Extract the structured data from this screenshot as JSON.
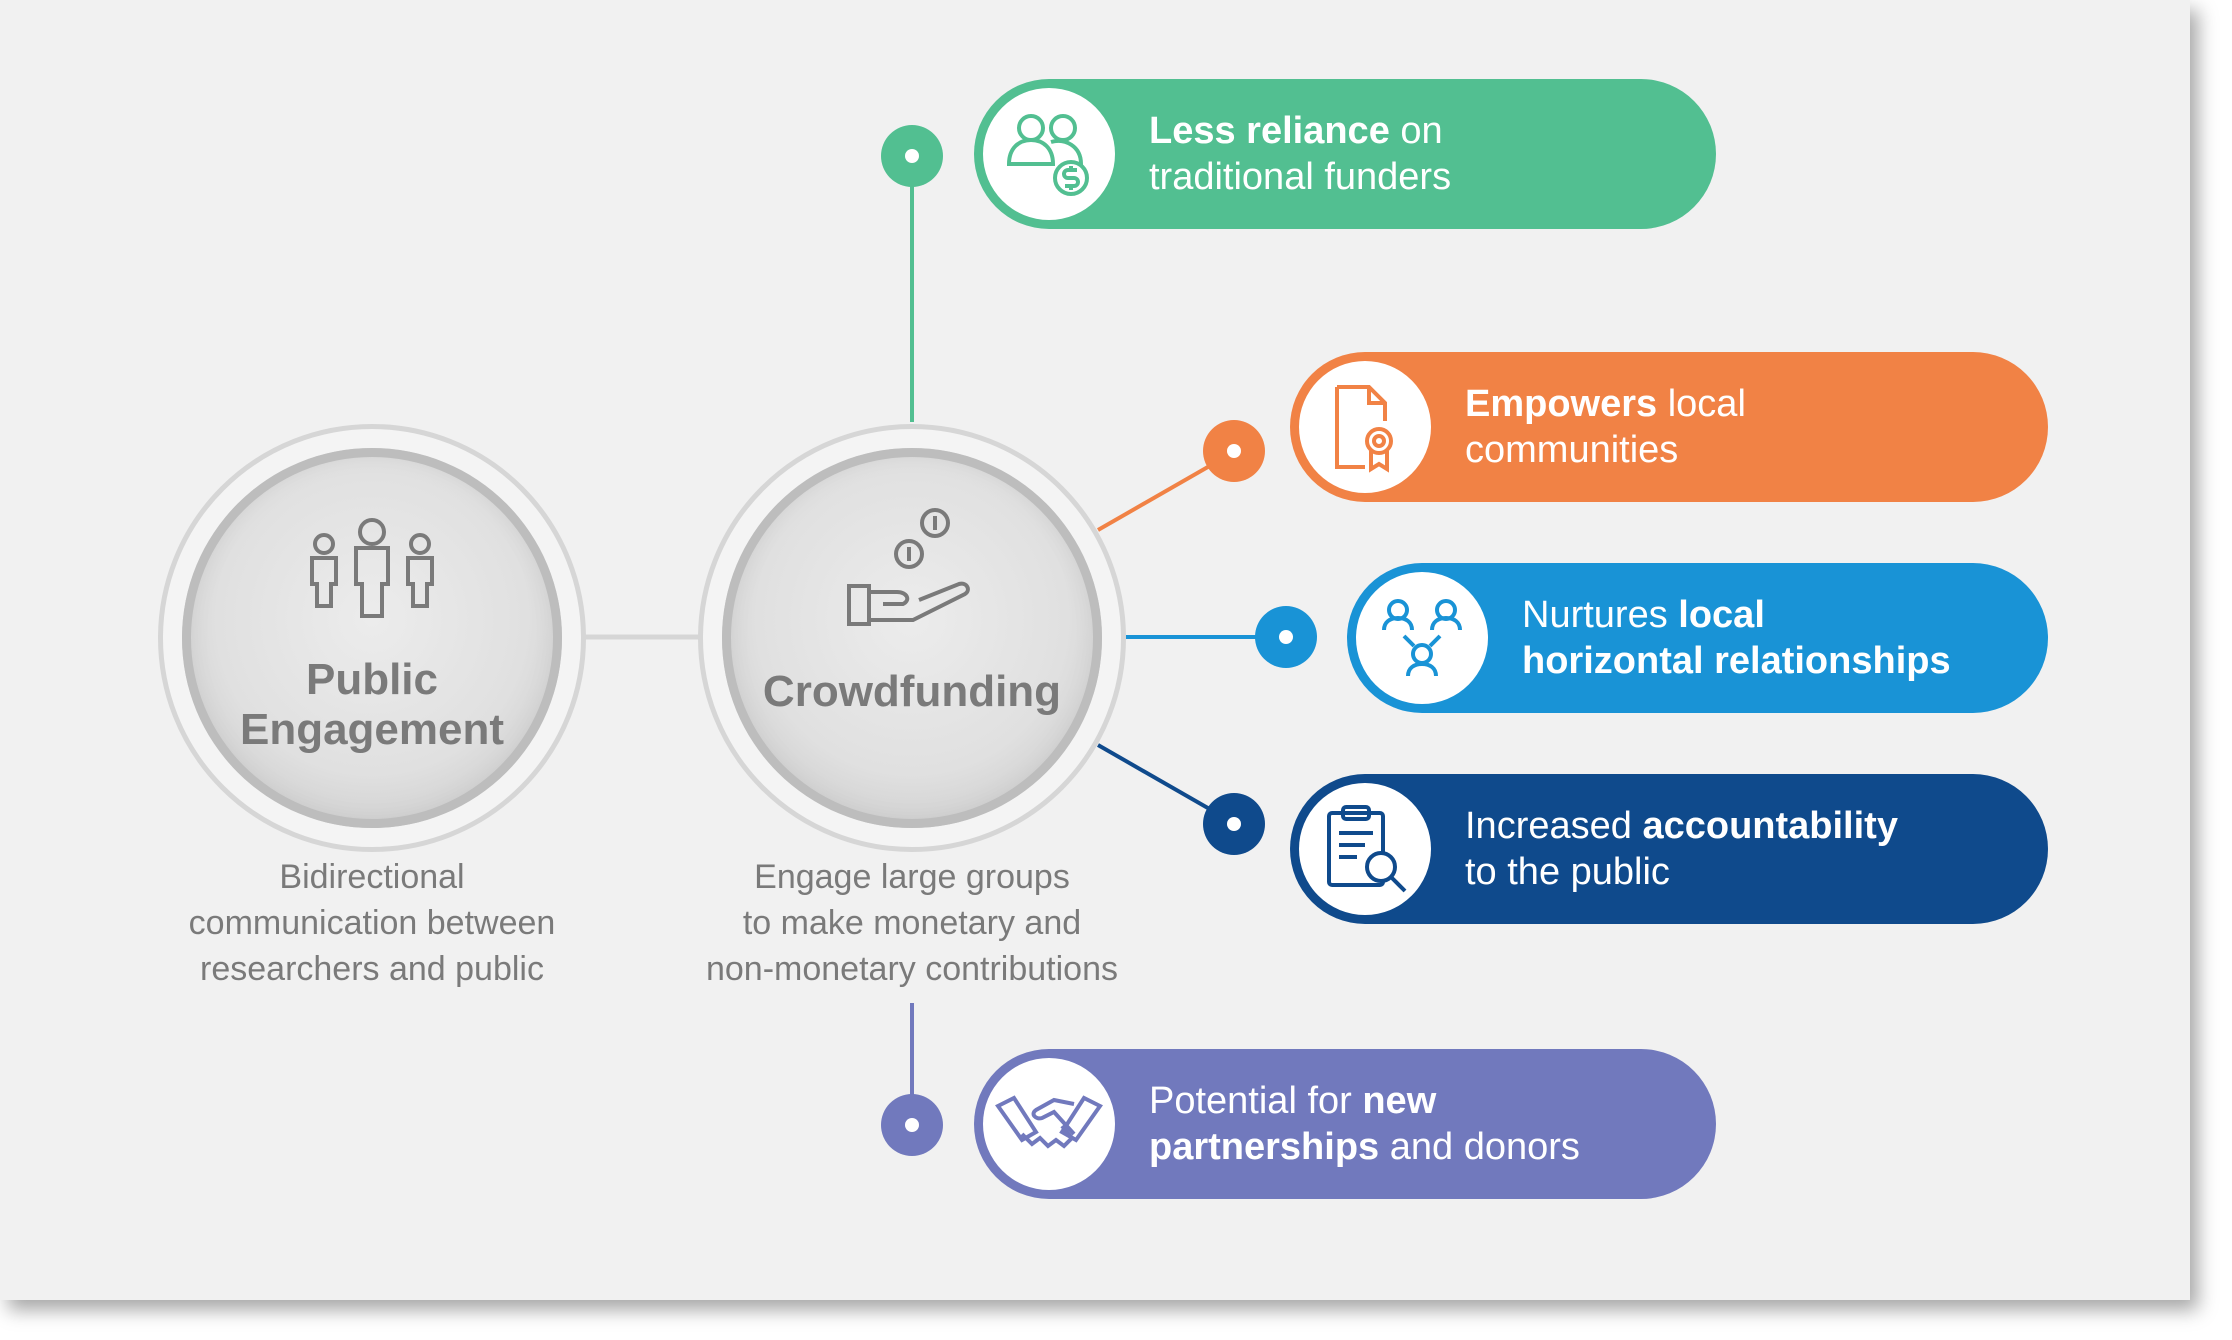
{
  "colors": {
    "green": "#52bf91",
    "orange": "#f18245",
    "light_blue": "#1993d6",
    "navy": "#0f4a8c",
    "purple": "#7179bd",
    "hub_text": "#7a7a7a"
  },
  "hubs": {
    "public_engagement": {
      "title_line1": "Public",
      "title_line2": "Engagement",
      "icon": "people-icon",
      "desc_line1": "Bidirectional",
      "desc_line2": "communication between",
      "desc_line3": "researchers and public"
    },
    "crowdfunding": {
      "title": "Crowdfunding",
      "icon": "hand-coins-icon",
      "desc_line1": "Engage large groups",
      "desc_line2": "to make monetary and",
      "desc_line3": "non-monetary contributions"
    }
  },
  "benefits": [
    {
      "icon": "people-money-icon",
      "color": "green",
      "line1_bold": "Less reliance",
      "line1_rest": " on",
      "line2_bold": "",
      "line2_rest": "traditional funders"
    },
    {
      "icon": "certificate-document-icon",
      "color": "orange",
      "line1_bold": "Empowers",
      "line1_rest": " local",
      "line2_bold": "",
      "line2_rest": "communities"
    },
    {
      "icon": "network-people-icon",
      "color": "light_blue",
      "line1_bold": "",
      "line1_rest": "Nurtures ",
      "line1_bold2": "local",
      "line2_bold": "horizontal relationships",
      "line2_rest": ""
    },
    {
      "icon": "clipboard-search-icon",
      "color": "navy",
      "line1_bold": "",
      "line1_rest": "Increased ",
      "line1_bold2": "accountability",
      "line2_bold": "",
      "line2_rest": "to the public"
    },
    {
      "icon": "handshake-icon",
      "color": "purple",
      "line1_bold": "",
      "line1_rest": "Potential for ",
      "line1_bold2": "new",
      "line2_bold": "partnerships",
      "line2_rest": " and donors"
    }
  ]
}
